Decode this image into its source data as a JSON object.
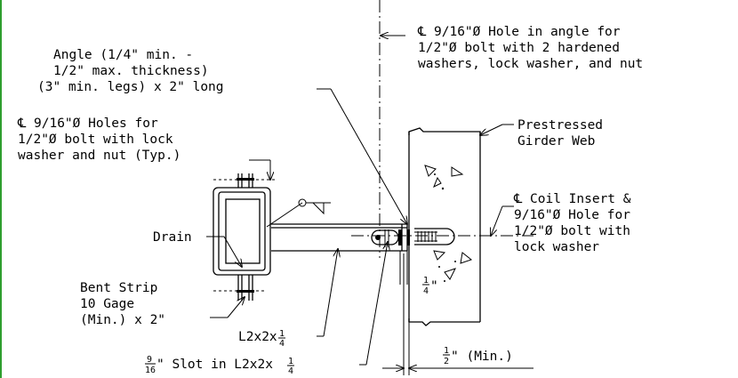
{
  "border_color": "#2e9e2e",
  "labels": {
    "hole_in_angle": [
      "9/16\"Ø Hole in angle for",
      "1/2\"Ø bolt with 2 hardened",
      "washers, lock washer, and nut"
    ],
    "angle": [
      "Angle (1/4\" min. -",
      "1/2\" max. thickness)",
      "(3\" min. legs) x 2\" long"
    ],
    "holes_for_bolt": [
      "9/16\"Ø Holes for",
      "1/2\"Ø bolt with lock",
      "washer and nut (Typ.)"
    ],
    "girder": [
      "Prestressed",
      "Girder Web"
    ],
    "coil_insert": [
      "Coil Insert &",
      "9/16\"Ø Hole for",
      "1/2\"Ø bolt with",
      "lock washer"
    ],
    "drain": "Drain",
    "bent_strip": [
      "Bent Strip",
      "10 Gage",
      "(Min.) x 2\""
    ],
    "angle_size": "L2x2x",
    "slot_text": "\" Slot in L2x2x",
    "min_half": "\" (Min.)",
    "centerline_symbol": "℄",
    "quarter_num": "1",
    "quarter_den": "4",
    "half_num": "1",
    "half_den": "2",
    "nine": "9",
    "sixteen": "16"
  }
}
